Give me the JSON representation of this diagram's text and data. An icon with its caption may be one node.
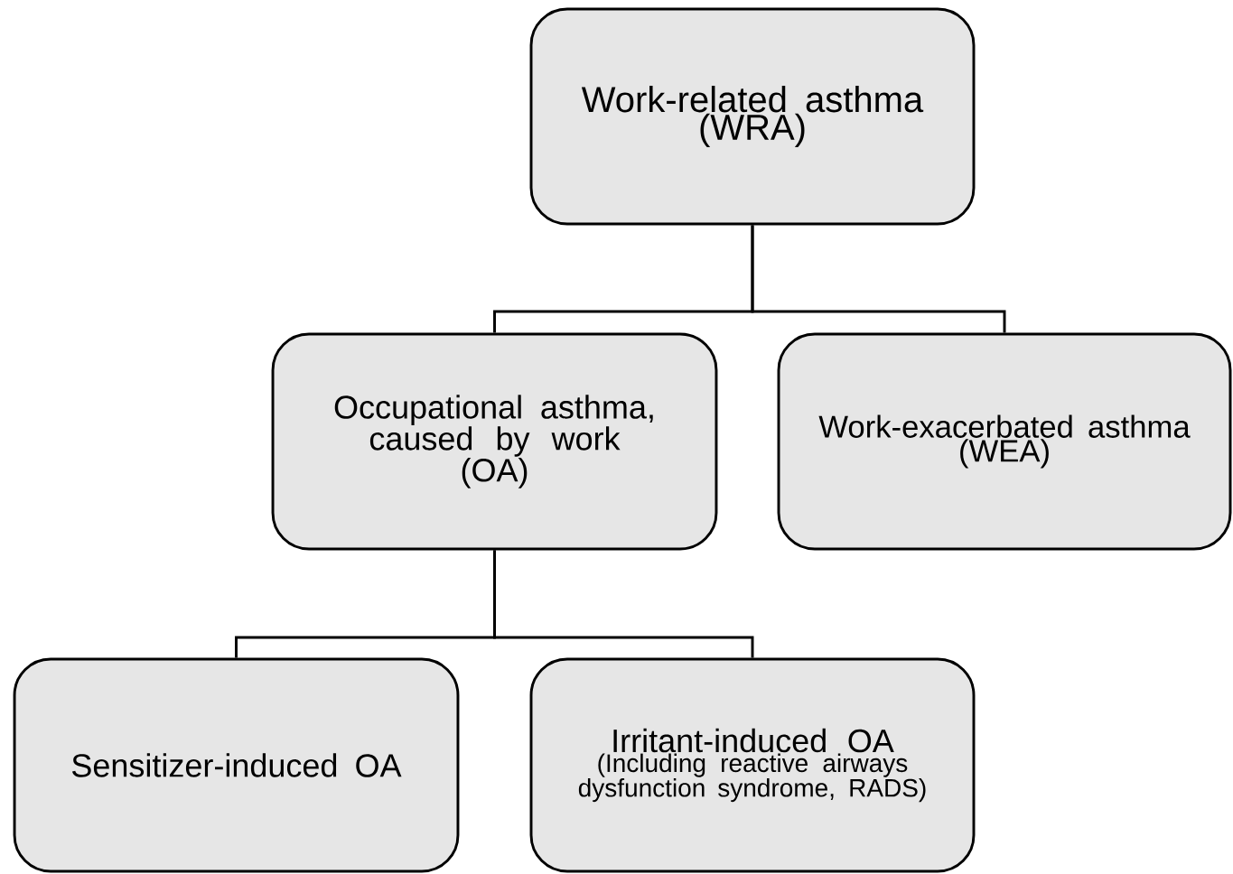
{
  "diagram": {
    "nodes": [
      {
        "text": [
          "Work-related asthma",
          "(WRA)"
        ]
      },
      {
        "text": [
          "Occupational asthma,",
          "caused by work",
          "(OA)"
        ]
      },
      {
        "text": [
          "Work-exacerbated asthma",
          "(WEA)"
        ]
      },
      {
        "text": [
          "Sensitizer-induced OA"
        ]
      },
      {
        "text": [
          "Irritant-induced OA",
          "(Including reactive airways dysfunction syndrome, RADS)"
        ]
      }
    ],
    "edges": [
      {
        "from": 0,
        "to": 1,
        "arrow": "none"
      },
      {
        "from": 0,
        "to": 2,
        "arrow": "none"
      },
      {
        "from": 1,
        "to": 3,
        "arrow": "none"
      },
      {
        "from": 1,
        "to": 4,
        "arrow": "none"
      }
    ]
  }
}
